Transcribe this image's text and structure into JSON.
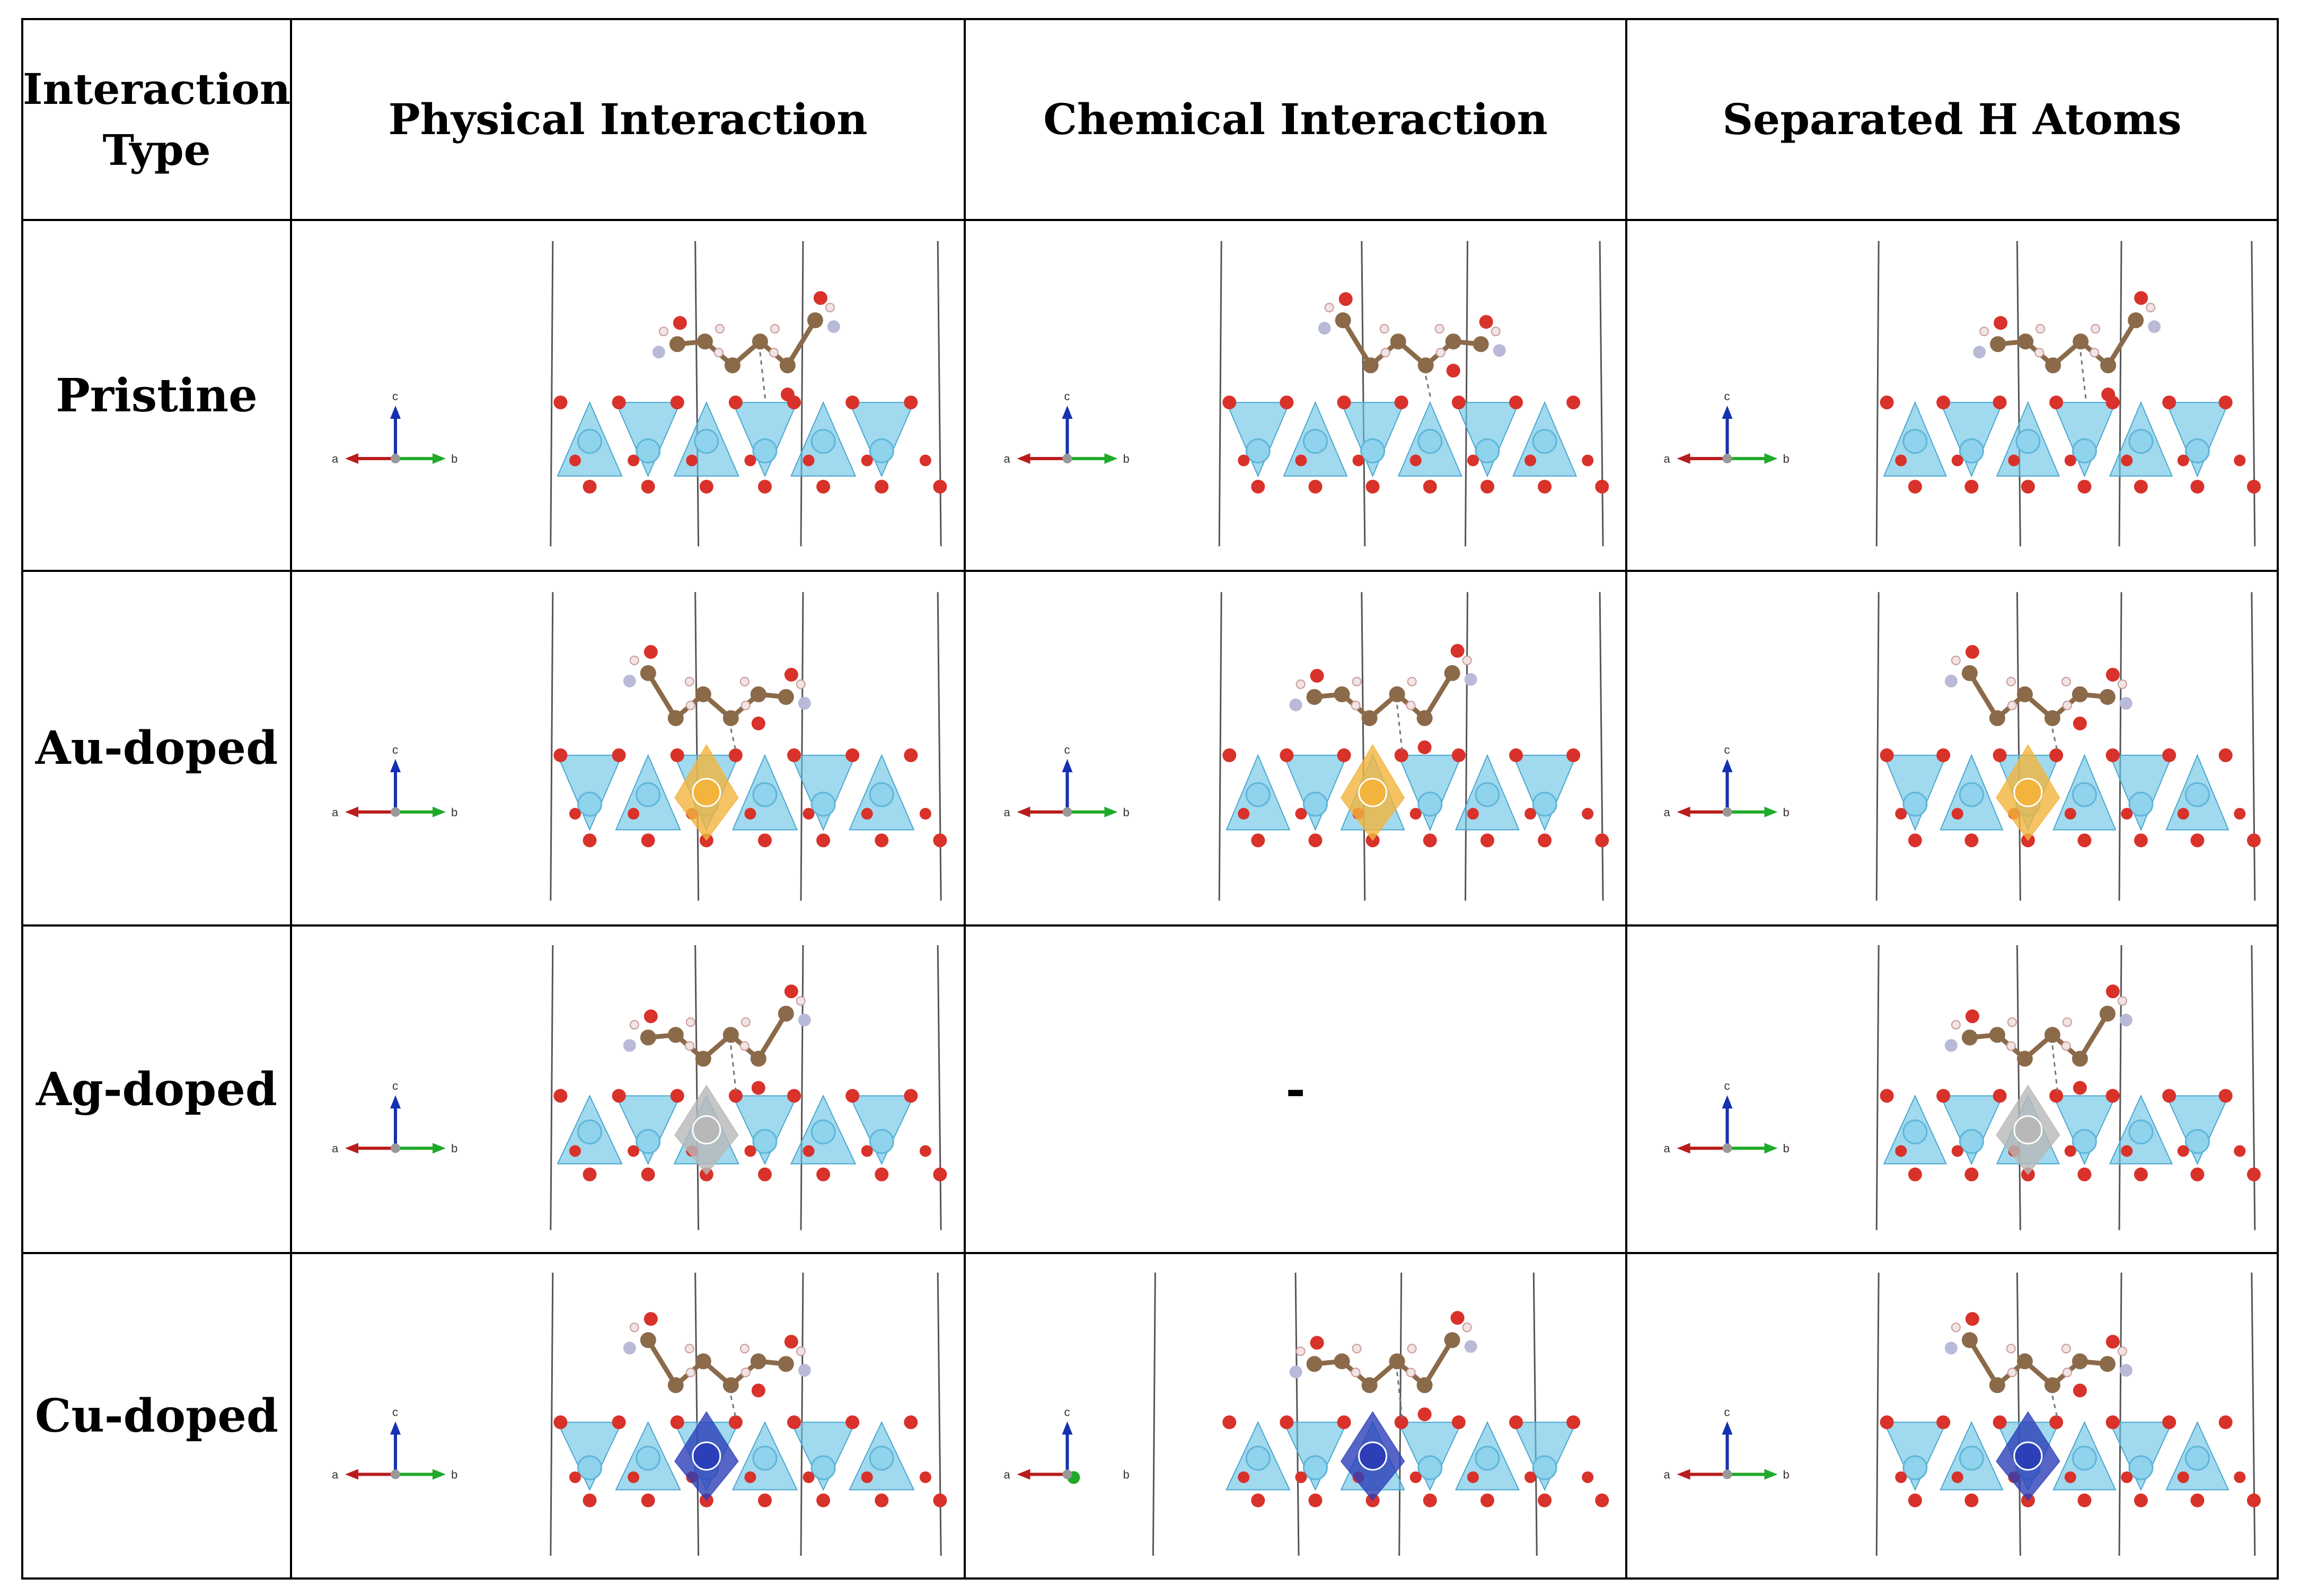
{
  "table": {
    "headers": [
      "Interaction Type",
      "Physical Interaction",
      "Chemical Interaction",
      "Separated H Atoms"
    ],
    "rows": [
      {
        "label": "Pristine",
        "cells": [
          "structure",
          "structure",
          "structure"
        ]
      },
      {
        "label": "Au-doped",
        "cells": [
          "structure",
          "structure",
          "structure"
        ]
      },
      {
        "label": "Ag-doped",
        "cells": [
          "structure",
          "-",
          "structure"
        ]
      },
      {
        "label": "Cu-doped",
        "cells": [
          "structure",
          "structure",
          "structure"
        ]
      }
    ]
  },
  "axis_labels": {
    "a": "a",
    "b": "b",
    "c": "c"
  },
  "colors": {
    "oxygen": "#d8322a",
    "metal": "#8fd3ec",
    "polyhedra": "#6ec4e6",
    "carbon": "#8b6a4a",
    "hydrogen": "#f0e4e4",
    "nitrogen": "#b9b9d8",
    "au_dopant": "#f2b43c",
    "ag_dopant": "#b8b8b8",
    "cu_dopant": "#2c3fb8",
    "axis_a": "#b81c1c",
    "axis_b": "#1faa2a",
    "axis_c": "#1530b0"
  }
}
